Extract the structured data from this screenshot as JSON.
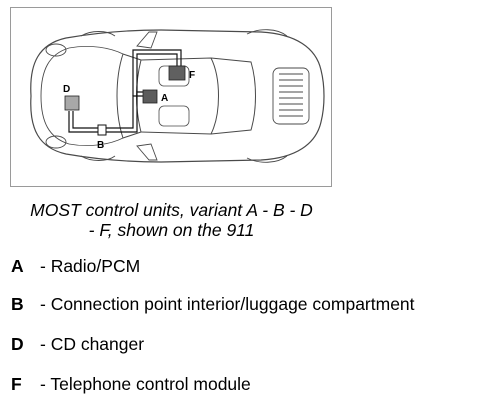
{
  "figure": {
    "labels": {
      "a": "A",
      "b": "B",
      "d": "D",
      "f": "F"
    },
    "colors": {
      "outline": "#4a4a4a",
      "wiring": "#111111",
      "unit_a": "#5c5c5c",
      "unit_d": "#a8a8a8",
      "unit_f": "#606060"
    }
  },
  "caption": {
    "line1": "MOST control units, variant A - B - D",
    "line2": "- F, shown on the 911"
  },
  "legend": [
    {
      "code": "A",
      "description": "- Radio/PCM"
    },
    {
      "code": "B",
      "description": "- Connection point interior/luggage compartment"
    },
    {
      "code": "D",
      "description": "- CD changer"
    },
    {
      "code": "F",
      "description": "- Telephone control module"
    }
  ]
}
